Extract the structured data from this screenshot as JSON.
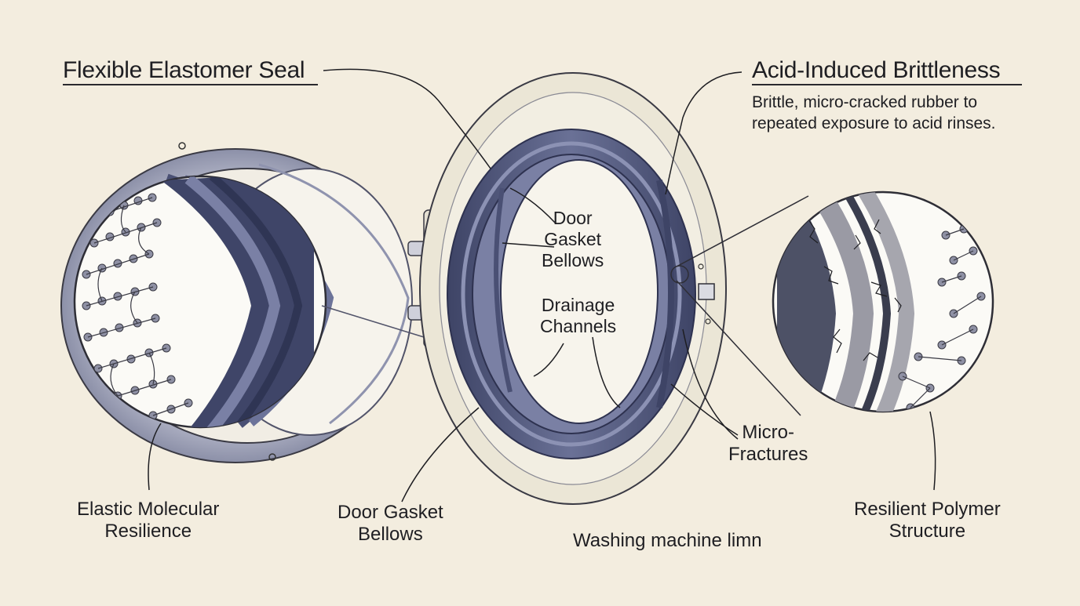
{
  "labels": {
    "title_left": "Flexible Elastomer Seal",
    "title_right": "Acid-Induced Brittleness",
    "subtitle_line1": "Brittle, micro-cracked rubber to",
    "subtitle_line2": "repeated exposure to acid rinses.",
    "elastic_line1": "Elastic Molecular",
    "elastic_line2": "Resilience",
    "gasket_bottom_line1": "Door Gasket",
    "gasket_bottom_line2": "Bellows",
    "gasket_inner_line1": "Door",
    "gasket_inner_line2": "Gasket",
    "gasket_inner_line3": "Bellows",
    "drainage_line1": "Drainage",
    "drainage_line2": "Channels",
    "micro_line1": "Micro-",
    "micro_line2": "Fractures",
    "polymer_line1": "Resilient Polymer",
    "polymer_line2": "Structure",
    "caption": "Washing machine limn"
  },
  "colors": {
    "background": "#f3eddf",
    "rubber": "#5b6285",
    "rubber_dark": "#3e4466",
    "metal": "#a9acc0",
    "door_frame": "#ebe6d6",
    "ink": "#1e1e22",
    "molecule": "#8e90a4"
  }
}
